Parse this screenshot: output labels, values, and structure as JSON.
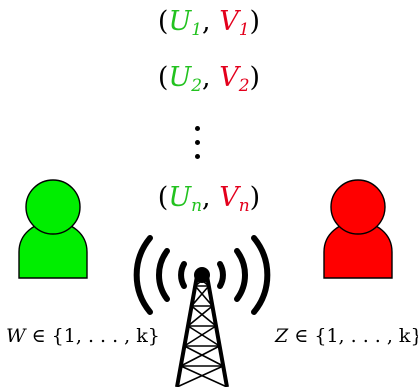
{
  "pairs": [
    {
      "u": "U",
      "u_sub": "1",
      "v": "V",
      "v_sub": "1"
    },
    {
      "u": "U",
      "u_sub": "2",
      "v": "V",
      "v_sub": "2"
    },
    {
      "u": "U",
      "u_sub": "n",
      "v": "V",
      "v_sub": "n"
    }
  ],
  "punct": {
    "open": "(",
    "comma": ",",
    "close": ")"
  },
  "left_user": {
    "color": "#00ee00",
    "variable": "W",
    "set": "∈ {1, . . . , k}"
  },
  "right_user": {
    "color": "#ff0000",
    "variable": "Z",
    "set": "∈ {1, . . . , k}"
  },
  "colors": {
    "u_text": "#22c21f",
    "v_text": "#e3001c"
  },
  "icons": {
    "left": "person-icon",
    "right": "person-icon",
    "center": "radio-tower-icon"
  }
}
